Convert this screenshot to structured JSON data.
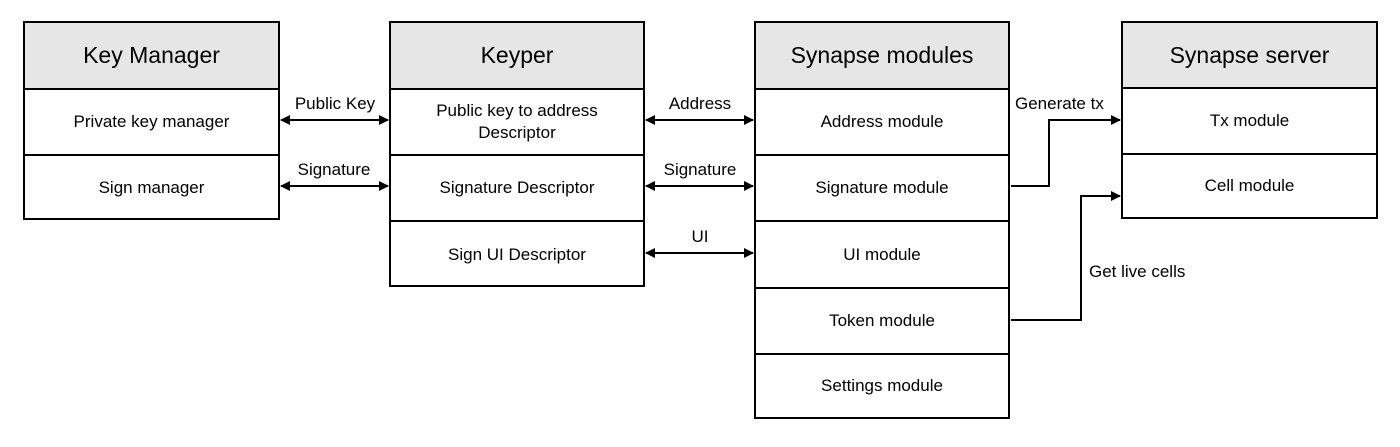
{
  "key_manager": {
    "title": "Key Manager",
    "rows": [
      "Private key manager",
      "Sign manager"
    ]
  },
  "keyper": {
    "title": "Keyper",
    "rows": [
      "Public key to address Descriptor",
      "Signature Descriptor",
      "Sign UI Descriptor"
    ]
  },
  "synapse_modules": {
    "title": "Synapse modules",
    "rows": [
      "Address module",
      "Signature module",
      "UI module",
      "Token module",
      "Settings module"
    ]
  },
  "synapse_server": {
    "title": "Synapse server",
    "rows": [
      "Tx module",
      "Cell module"
    ]
  },
  "connectors": {
    "public_key": "Public Key",
    "signature_left": "Signature",
    "address": "Address",
    "signature_right": "Signature",
    "ui": "UI",
    "generate_tx": "Generate tx",
    "get_live_cells": "Get live cells"
  },
  "colors": {
    "header_fill": "#e6e6e6",
    "line": "#000000"
  }
}
